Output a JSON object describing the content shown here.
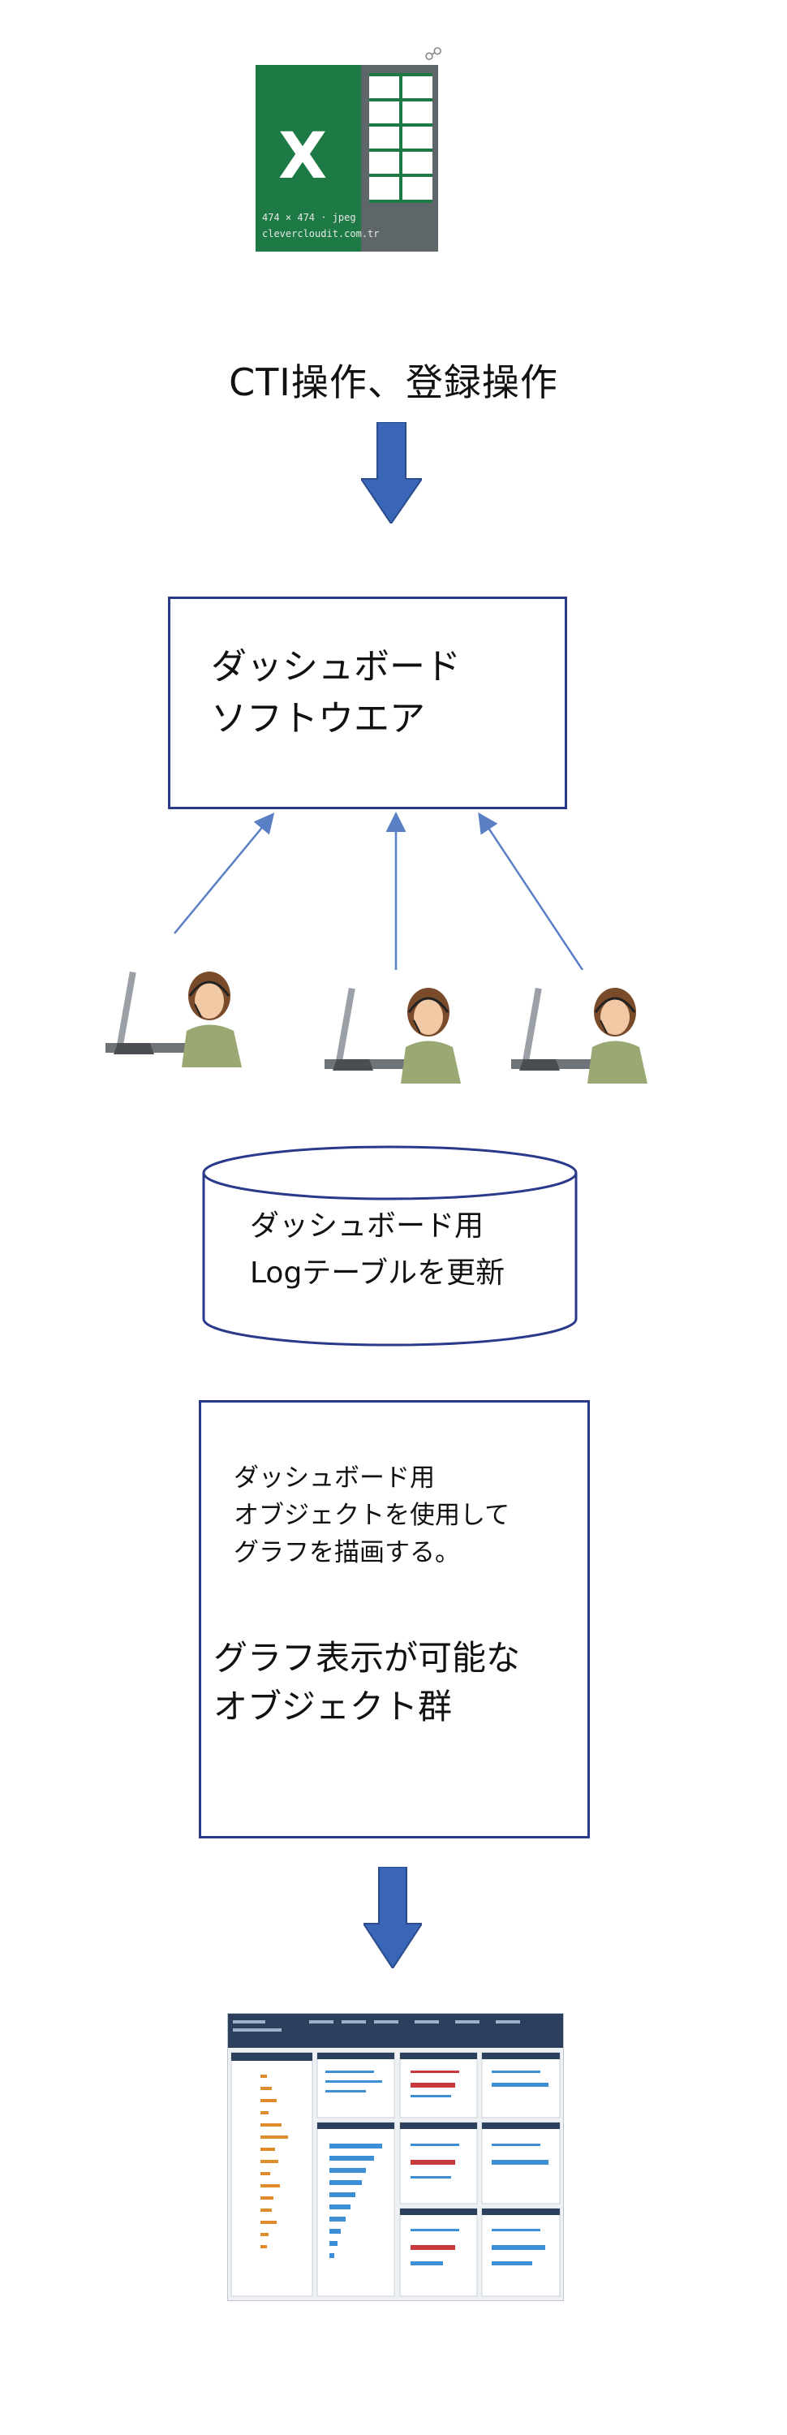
{
  "excel_icon": {
    "letter": "X",
    "caption_line1": "474 × 474 · jpeg",
    "caption_line2": "clevercloudit.com.tr"
  },
  "steps": {
    "input_label": "CTI操作、登録操作",
    "software_box": {
      "line1": "ダッシュボード",
      "line2": "ソフトウエア"
    },
    "log_table": {
      "line1": "ダッシュボード用",
      "line2": "Logテーブルを更新"
    },
    "objects_box": {
      "desc_line1": "ダッシュボード用",
      "desc_line2": "オブジェクトを使用して",
      "desc_line3": "グラフを描画する。",
      "title_line1": "グラフ表示が可能な",
      "title_line2": "オブジェクト群"
    }
  },
  "agents": [
    {
      "icon": "headset-agent-icon"
    },
    {
      "icon": "headset-agent-icon"
    },
    {
      "icon": "headset-agent-icon"
    }
  ],
  "colors": {
    "box_border": "#2a3a8a",
    "arrow_fill": "#3a66b8",
    "thin_arrow": "#5b7fc4",
    "excel_green": "#1d7a44",
    "dash_header": "#2c3f5c",
    "dash_blue_bar": "#3c8ed6",
    "dash_orange_bar": "#e08a2c",
    "dash_red_bar": "#c8383c"
  }
}
